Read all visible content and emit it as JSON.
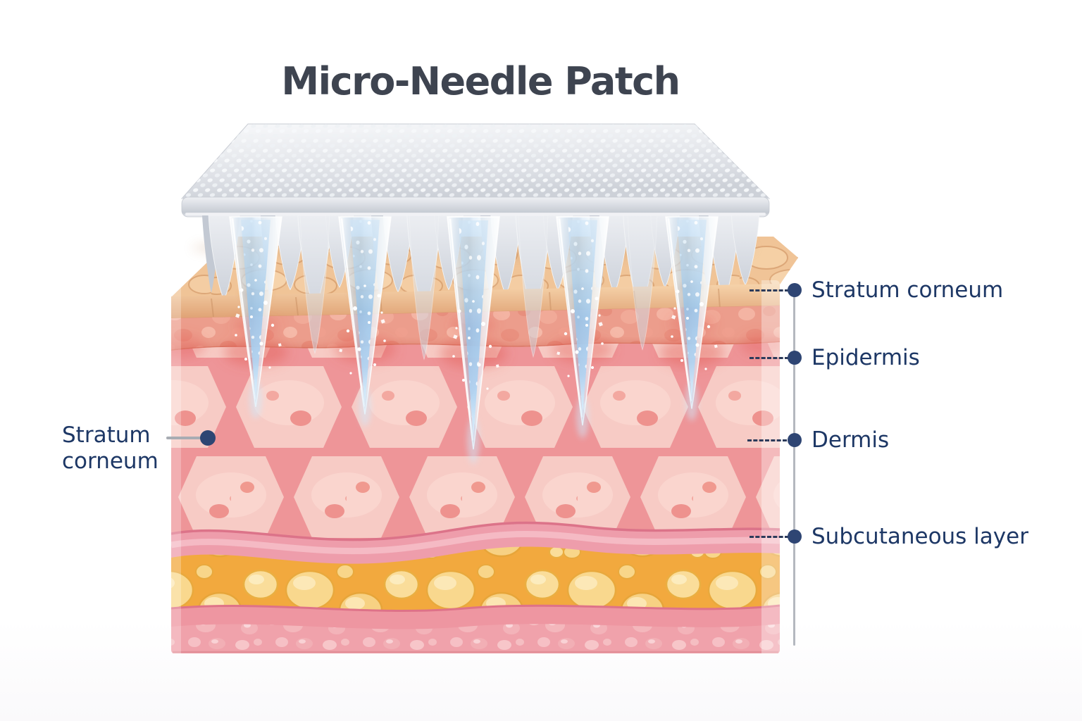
{
  "title": "Micro-Needle Patch",
  "diagram": {
    "left_label": {
      "line1": "Stratum",
      "line2": "corneum"
    },
    "right_labels": [
      {
        "text": "Stratum corneum"
      },
      {
        "text": "Epidermis"
      },
      {
        "text": "Dermis"
      },
      {
        "text": "Subcutaneous layer"
      }
    ]
  },
  "colors": {
    "title_text": "#3e4450",
    "label_text": "#1d3765",
    "marker_dot": "#2e4573",
    "leader_line": "#b4b8bf",
    "dashed_line": "#2b3a5a",
    "patch_silver": "#dfe2e8",
    "needle_blue": "#9ccdf0",
    "stratum_corneum_tan": "#f0c497",
    "epidermis_salmon": "#ec9d8c",
    "dermis_pink": "#f7cbc5",
    "subcutaneous_yellow": "#f2a93e",
    "base_layer_pink": "#f0a2ab"
  }
}
